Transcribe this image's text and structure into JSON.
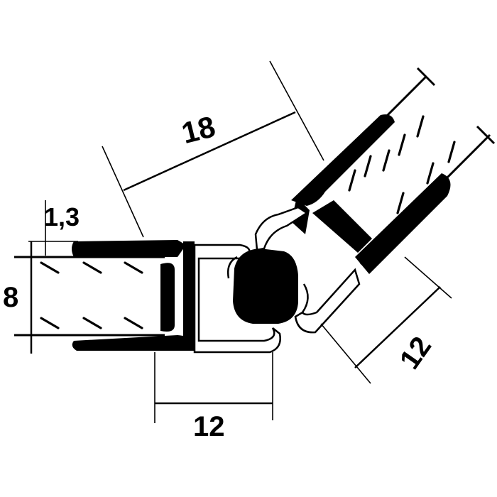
{
  "dimensions": {
    "thickness_label": "1,3",
    "glass_height_label": "8",
    "left_width_label": "12",
    "top_length_label": "18",
    "right_width_label": "12"
  },
  "colors": {
    "ink": "#000000",
    "paper": "#ffffff"
  }
}
